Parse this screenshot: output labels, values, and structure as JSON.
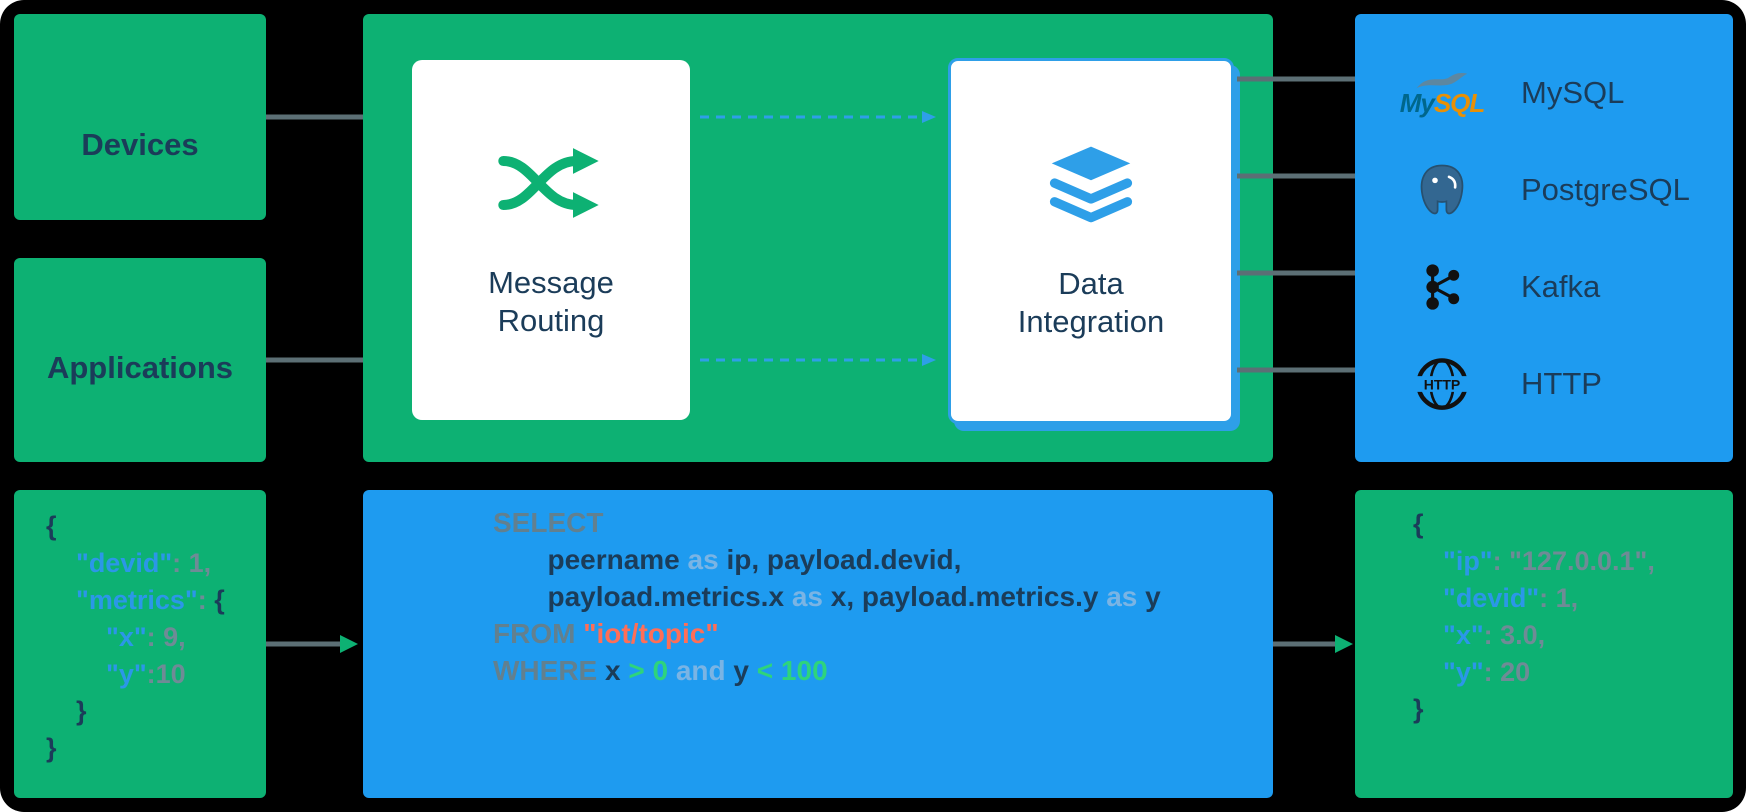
{
  "palette": {
    "background": "#000000",
    "green": "#0db173",
    "blue": "#1e9bf0",
    "navy_text": "#1b3c59",
    "accent_blue": "#2e9fe8",
    "sql_string_orange": "#ff6e57",
    "sql_operator_green": "#2ed47c"
  },
  "sources": {
    "devices_label": "Devices",
    "applications_label": "Applications"
  },
  "routing": {
    "message_routing_label": "Message\nRouting",
    "data_integration_label": "Data\nIntegration"
  },
  "input_json": {
    "lines": [
      [
        {
          "t": "{",
          "c": "brace"
        }
      ],
      [
        {
          "t": "    ",
          "c": "val"
        },
        {
          "t": "\"devid\"",
          "c": "key"
        },
        {
          "t": ": 1,",
          "c": "val"
        }
      ],
      [
        {
          "t": "    ",
          "c": "val"
        },
        {
          "t": "\"metrics\"",
          "c": "key"
        },
        {
          "t": ": ",
          "c": "val"
        },
        {
          "t": "{",
          "c": "brace"
        }
      ],
      [
        {
          "t": "        ",
          "c": "val"
        },
        {
          "t": "\"x\"",
          "c": "key"
        },
        {
          "t": ": 9,",
          "c": "val"
        }
      ],
      [
        {
          "t": "        ",
          "c": "val"
        },
        {
          "t": "\"y\"",
          "c": "key"
        },
        {
          "t": ":10",
          "c": "val"
        }
      ],
      [
        {
          "t": "    ",
          "c": "val"
        },
        {
          "t": "}",
          "c": "brace"
        }
      ],
      [
        {
          "t": "}",
          "c": "brace"
        }
      ]
    ]
  },
  "rule_sql": {
    "lines": [
      [
        {
          "t": "SELECT",
          "c": "kw"
        }
      ],
      [
        {
          "t": "       ",
          "c": "kw"
        },
        {
          "t": "peername ",
          "c": "id"
        },
        {
          "t": "as",
          "c": "kw2"
        },
        {
          "t": " ip, payload.devid,",
          "c": "id"
        }
      ],
      [
        {
          "t": "       ",
          "c": "kw"
        },
        {
          "t": "payload.metrics.x ",
          "c": "id"
        },
        {
          "t": "as",
          "c": "kw2"
        },
        {
          "t": " x, payload.metrics.y ",
          "c": "id"
        },
        {
          "t": "as",
          "c": "kw2"
        },
        {
          "t": " y",
          "c": "id"
        }
      ],
      [
        {
          "t": "FROM ",
          "c": "kw"
        },
        {
          "t": "\"iot/topic\"",
          "c": "str"
        }
      ],
      [
        {
          "t": "WHERE ",
          "c": "kw"
        },
        {
          "t": "x ",
          "c": "id"
        },
        {
          "t": "> ",
          "c": "op"
        },
        {
          "t": "0",
          "c": "op"
        },
        {
          "t": " and ",
          "c": "kw2"
        },
        {
          "t": "y ",
          "c": "id"
        },
        {
          "t": "< ",
          "c": "op"
        },
        {
          "t": "100",
          "c": "op"
        }
      ]
    ]
  },
  "sinks": {
    "items": [
      {
        "label": "MySQL",
        "logo_my": "My",
        "logo_sql": "SQL"
      },
      {
        "label": "PostgreSQL"
      },
      {
        "label": "Kafka"
      },
      {
        "label": "HTTP",
        "icon_text": "HTTP"
      }
    ]
  },
  "output_json": {
    "lines": [
      [
        {
          "t": "{",
          "c": "brace"
        }
      ],
      [
        {
          "t": "    ",
          "c": "val"
        },
        {
          "t": "\"ip\"",
          "c": "key"
        },
        {
          "t": ": \"127.0.0.1\",",
          "c": "val"
        }
      ],
      [
        {
          "t": "    ",
          "c": "val"
        },
        {
          "t": "\"devid\"",
          "c": "key"
        },
        {
          "t": ": 1,",
          "c": "val"
        }
      ],
      [
        {
          "t": "    ",
          "c": "val"
        },
        {
          "t": "\"x\"",
          "c": "key"
        },
        {
          "t": ": 3.0,",
          "c": "val"
        }
      ],
      [
        {
          "t": "    ",
          "c": "val"
        },
        {
          "t": "\"y\"",
          "c": "key"
        },
        {
          "t": ": 20",
          "c": "val"
        }
      ],
      [
        {
          "t": "}",
          "c": "brace"
        }
      ]
    ]
  }
}
